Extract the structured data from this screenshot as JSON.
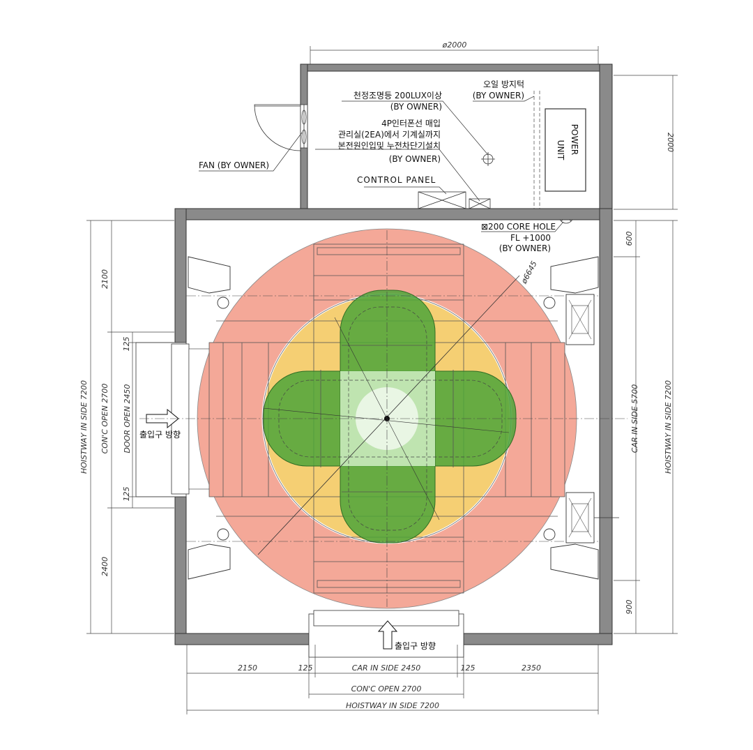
{
  "dimensions": {
    "top_diameter": "ø2000",
    "machine_room_height": "2000",
    "turntable_diameter": "ø6645",
    "left_2100": "2100",
    "left_125_top": "125",
    "left_125_bottom": "125",
    "left_2400": "2400",
    "right_600": "600",
    "right_900": "900",
    "bottom_2150": "2150",
    "bottom_125_left": "125",
    "bottom_125_right": "125",
    "bottom_2350": "2350",
    "car_in_side_width": "CAR  IN  SIDE  2450",
    "conc_open_bottom": "CON'C  OPEN  2700",
    "hoistway_width": "HOISTWAY  IN  SIDE  7200",
    "hoistway_height_left": "HOISTWAY  IN  SIDE  7200",
    "conc_open_left": "CON'C  OPEN  2700",
    "door_open_left": "DOOR  OPEN  2450",
    "car_in_side_height": "CAR  IN  SIDE  5700",
    "hoistway_height_right": "HOISTWAY  IN  SIDE  7200"
  },
  "notes": {
    "ceiling_light": "천정조명등 200LUX이상",
    "ceiling_light_owner": "(BY OWNER)",
    "oil_sill": "오일 방지턱",
    "oil_sill_owner": "(BY OWNER)",
    "phone_line_1": "4P인터폰선 매입",
    "phone_line_2": "관리실(2EA)에서 기계실까지",
    "phone_line_3": "본전원인입및 누전차단기설치",
    "phone_line_owner": "(BY OWNER)",
    "control_panel": "CONTROL PANEL",
    "fan": "FAN (BY OWNER)",
    "power_unit_1": "POWER",
    "power_unit_2": "UNIT",
    "core_hole": "⊠200 CORE HOLE",
    "core_hole_level": "FL +1000",
    "core_hole_owner": "(BY OWNER)",
    "entrance_left": "출입구 방향",
    "entrance_bottom": "출입구 방향"
  },
  "colors": {
    "wall": "#8a8a8a",
    "turntable_zone": "#f4a898",
    "rotation_zone": "#f5cf73",
    "car_zone": "#4ea53a"
  }
}
